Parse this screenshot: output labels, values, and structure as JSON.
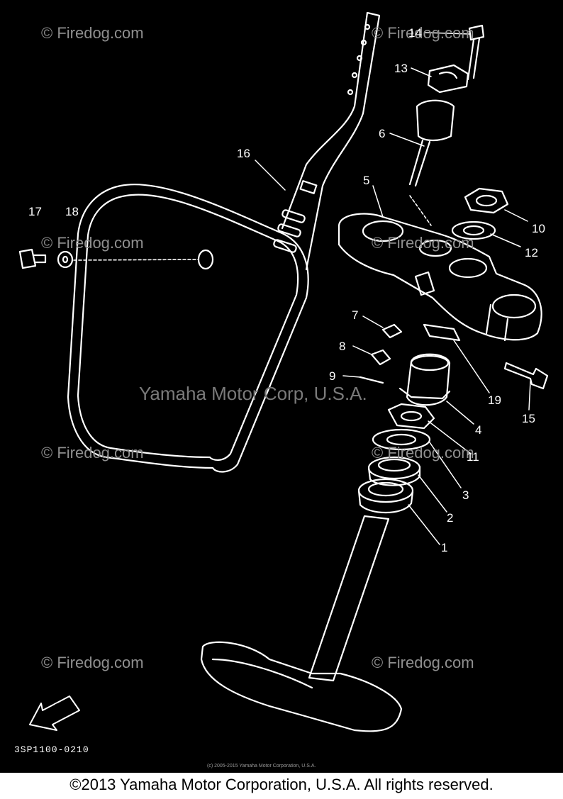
{
  "watermarks": {
    "firedog": "© Firedog.com",
    "center": "Yamaha Motor Corp, U.S.A."
  },
  "parts": {
    "p1": "1",
    "p2": "2",
    "p3": "3",
    "p4": "4",
    "p5": "5",
    "p6": "6",
    "p7": "7",
    "p8": "8",
    "p9": "9",
    "p10": "10",
    "p11": "11",
    "p12": "12",
    "p13": "13",
    "p14": "14",
    "p15": "15",
    "p16": "16",
    "p17": "17",
    "p18": "18",
    "p19": "19"
  },
  "fwd_label": "FWD",
  "diagram_code": "3SP1100-0210",
  "small_copyright": "(c) 2005-2015 Yamaha Motor Corporation, U.S.A.",
  "footer_copyright": "©2013 Yamaha Motor Corporation, U.S.A. All rights reserved.",
  "colors": {
    "background": "#000000",
    "line_art": "#ffffff",
    "watermark": "#8f8f8f"
  }
}
